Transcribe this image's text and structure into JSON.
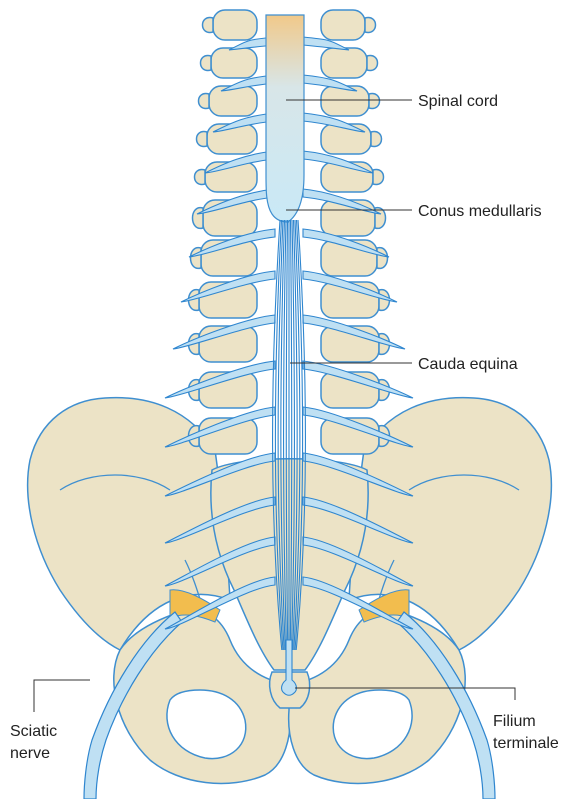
{
  "labels": {
    "spinal_cord": "Spinal cord",
    "conus_medullaris": "Conus medullaris",
    "cauda_equina": "Cauda equina",
    "filium_terminale_1": "Filium",
    "filium_terminale_2": "terminale",
    "sciatic_nerve_1": "Sciatic",
    "sciatic_nerve_2": "nerve"
  },
  "colors": {
    "bone_fill": "#ece3c6",
    "bone_stroke": "#3f8fd0",
    "nerve_fill": "#bfe0f3",
    "nerve_stroke": "#2f86cf",
    "cord_top": "#f1c98a",
    "cord_bottom": "#c9e9f7",
    "sacral_plexus": "#f2bd4e",
    "leader_line": "#333333"
  }
}
